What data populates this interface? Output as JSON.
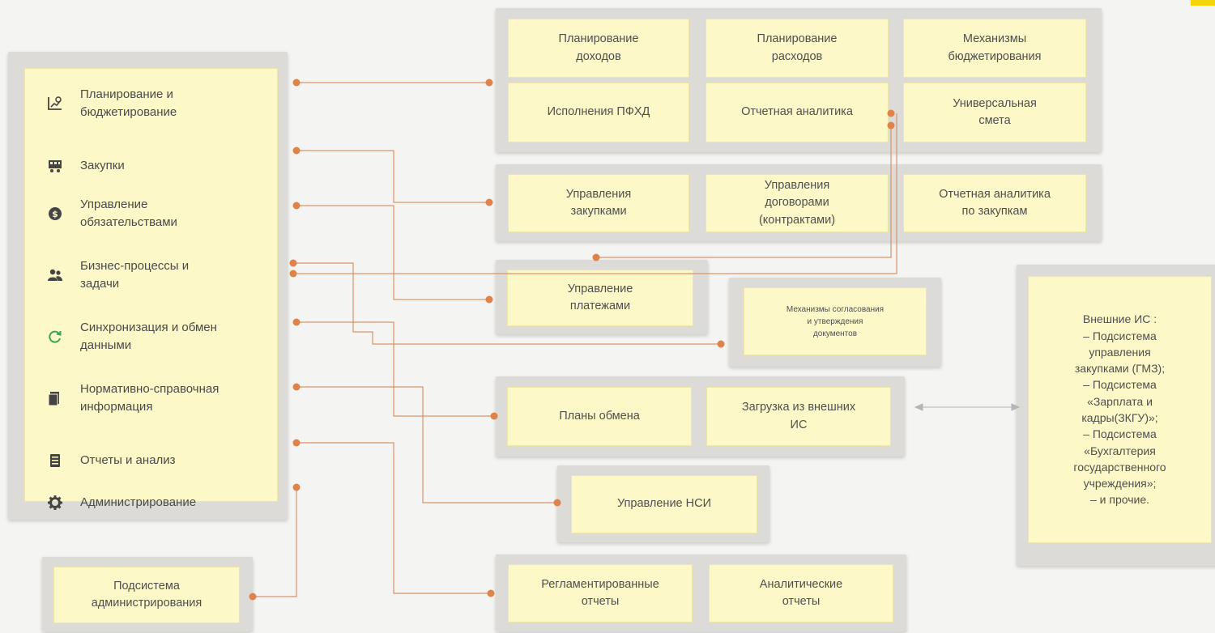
{
  "menu": {
    "items": [
      {
        "label": "Планирование и\nбюджетирование",
        "icon": "planning-chart-icon"
      },
      {
        "label": "Закупки",
        "icon": "purchases-cart-icon"
      },
      {
        "label": "Управление\nобязательствами",
        "icon": "obligations-coin-icon"
      },
      {
        "label": "Бизнес-процессы и\nзадачи",
        "icon": "users-icon"
      },
      {
        "label": "Синхронизация и обмен\nданными",
        "icon": "sync-icon"
      },
      {
        "label": "Нормативно-справочная\nинформация",
        "icon": "reference-books-icon"
      },
      {
        "label": "Отчеты и анализ",
        "icon": "report-icon"
      },
      {
        "label": "Администрирование",
        "icon": "gear-icon"
      }
    ]
  },
  "modules": {
    "planning": [
      "Планирование\nдоходов",
      "Планирование\nрасходов",
      "Механизмы\nбюджетирования",
      "Исполнения ПФХД",
      "Отчетная аналитика",
      "Универсальная\nсмета"
    ],
    "purchases": [
      "Управления\nзакупками",
      "Управления\nдоговорами\n(контрактами)",
      "Отчетная аналитика\nпо закупкам"
    ],
    "payments": "Управление\nплатежами",
    "approval": "Механизмы согласования\nи утверждения\nдокументов",
    "exchange": [
      "Планы обмена",
      "Загрузка из внешних\nИС"
    ],
    "nsi": "Управление НСИ",
    "reports": [
      "Регламентированные\nотчеты",
      "Аналитические\nотчеты"
    ],
    "admin": "Подсистема\nадминистрирования"
  },
  "external": {
    "text": "Внешние ИС :\n–  Подсистема\nуправления\nзакупками (ГМЗ);\n–  Подсистема\n«Зарплата и\nкадры(ЗКГУ)»;\n–  Подсистема\n«Бухгалтерия\nгосударственного\nучреждения»;\n–  и прочие."
  },
  "colors": {
    "panel": "#dcdbd7",
    "cell": "#fcf8c7",
    "connector": "#e0834a",
    "arrow": "#b5b5b5",
    "corner_accent": "#f5d50a"
  }
}
